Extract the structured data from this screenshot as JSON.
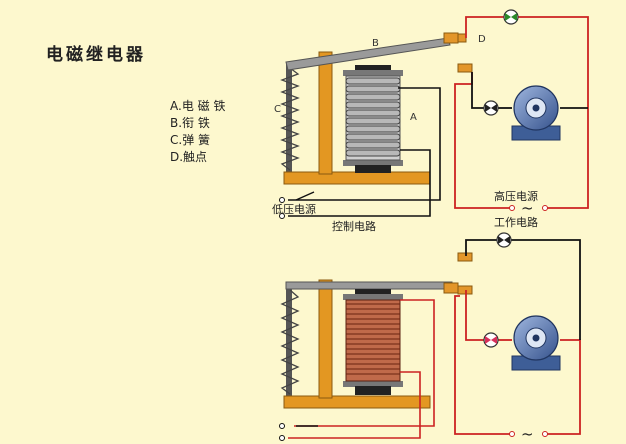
{
  "title": "电磁继电器",
  "legend": [
    "A.电 磁 铁",
    "B.衔 铁",
    "C.弹 簧",
    "D.触点"
  ],
  "part_letters": {
    "a": "A",
    "b": "B",
    "c": "C",
    "d": "D"
  },
  "labels": {
    "low_voltage": "低压电源",
    "control_circuit": "控制电路",
    "high_voltage": "高压电源",
    "work_circuit": "工作电路",
    "ac_symbol": "~"
  },
  "colors": {
    "background": "#fdf8ce",
    "red_wire": "#cc2222",
    "black_wire": "#111111",
    "wood": "#e39722",
    "coil_gray": "#b8b8b8",
    "coil_copper": "#b05030",
    "motor": "#4d6ea8",
    "spring": "#444444"
  }
}
